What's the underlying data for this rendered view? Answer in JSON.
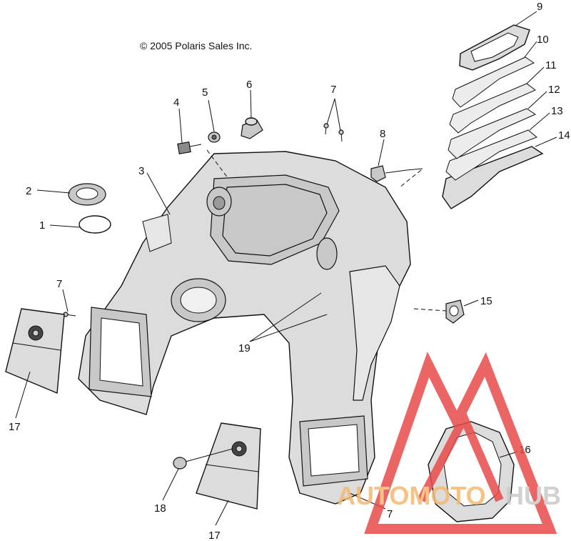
{
  "copyright": "© 2005 Polaris Sales Inc.",
  "callouts": [
    "1",
    "2",
    "3",
    "4",
    "5",
    "6",
    "7",
    "7",
    "7",
    "7",
    "8",
    "9",
    "10",
    "11",
    "12",
    "13",
    "14",
    "15",
    "16",
    "17",
    "17",
    "18",
    "19"
  ],
  "watermark": {
    "text_a": "AUTOMOTO",
    "text_b": "HUB",
    "color_a": "#f5b971",
    "color_b": "#c9c9c9",
    "triangle_color": "#e84b4b"
  }
}
